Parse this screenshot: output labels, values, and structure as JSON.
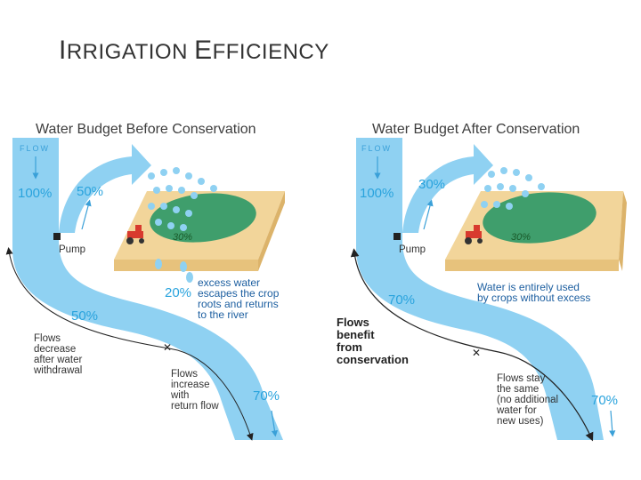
{
  "slide": {
    "title_first_cap": "I",
    "title_rest1": "RRIGATION ",
    "title_second_cap": "E",
    "title_rest2": "FFICIENCY"
  },
  "before": {
    "title": "Water Budget Before Conservation",
    "flow": "FLOW",
    "pct_in": "100%",
    "pct_withdraw": "50%",
    "pct_field": "30%",
    "pct_return": "20%",
    "pct_river_mid": "50%",
    "pct_out": "70%",
    "pump": "Pump",
    "excess_lines": [
      "excess water",
      "escapes the crop",
      "roots and returns",
      "to the river"
    ],
    "decrease_lines": [
      "Flows",
      "decrease",
      "after water",
      "withdrawal"
    ],
    "increase_lines": [
      "Flows",
      "increase",
      "with",
      "return flow"
    ]
  },
  "after": {
    "title": "Water Budget After Conservation",
    "flow": "FLOW",
    "pct_in": "100%",
    "pct_withdraw": "30%",
    "pct_field": "30%",
    "pct_river_mid": "70%",
    "pct_out": "70%",
    "pump": "Pump",
    "used_lines": [
      "Water is entirely used",
      "by crops without excess"
    ],
    "benefit_lines": [
      "Flows",
      "benefit",
      "from",
      "conservation"
    ],
    "same_lines": [
      "Flows stay",
      "the same",
      "(no additional",
      "water for",
      "new uses)"
    ]
  },
  "colors": {
    "water": "#8fd1f2",
    "water_dark": "#3aa0d8",
    "field": "#3f9e6c",
    "soil": "#f2d59a",
    "tractor": "#d83a2e"
  }
}
